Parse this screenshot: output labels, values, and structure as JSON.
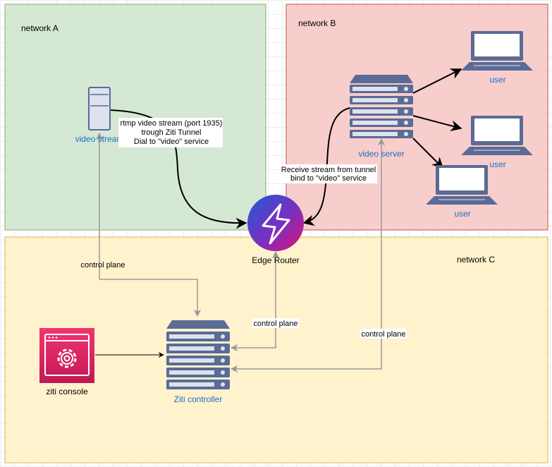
{
  "zones": {
    "a": {
      "label": "network A",
      "fill": "#d5e8d4",
      "stroke": "#82b366"
    },
    "b": {
      "label": "network B",
      "fill": "#f8cecc",
      "stroke": "#b85450"
    },
    "c": {
      "label": "network C",
      "fill": "#fff2cc",
      "stroke": "#d6b656"
    }
  },
  "nodes": {
    "video_stream": {
      "label": "video stream",
      "icon": "tower-pc-icon"
    },
    "video_server": {
      "label": "video server",
      "icon": "server-rack-icon"
    },
    "users": [
      {
        "label": "user",
        "icon": "laptop-icon"
      },
      {
        "label": "user",
        "icon": "laptop-icon"
      },
      {
        "label": "user",
        "icon": "laptop-icon"
      }
    ],
    "edge_router": {
      "label": "Edge Router",
      "icon": "lightning-icon"
    },
    "ziti_controller": {
      "label": "Ziti controller",
      "icon": "server-rack-icon"
    },
    "ziti_console": {
      "label": "ziti console",
      "icon": "gear-icon"
    }
  },
  "edge_labels": {
    "stream_line1": "rtmp video stream (port 1935)",
    "stream_line2": "trough Ziti Tunnel",
    "stream_line3": "Dial to \"video\" service",
    "receive_line1": "Receive stream from tunnel",
    "receive_line2": "bind to \"video\" service",
    "cp_stream": "control plane",
    "cp_router": "control plane",
    "cp_server": "control plane"
  },
  "colors": {
    "label_blue": "#1a6fc6",
    "control_plane_line": "#999999",
    "server_blue": "#5a6b96",
    "server_slot": "#dde2ee",
    "console_pink": "#e22762",
    "router_gradient_start": "#1d5bd6",
    "router_gradient_end": "#d4177a"
  }
}
